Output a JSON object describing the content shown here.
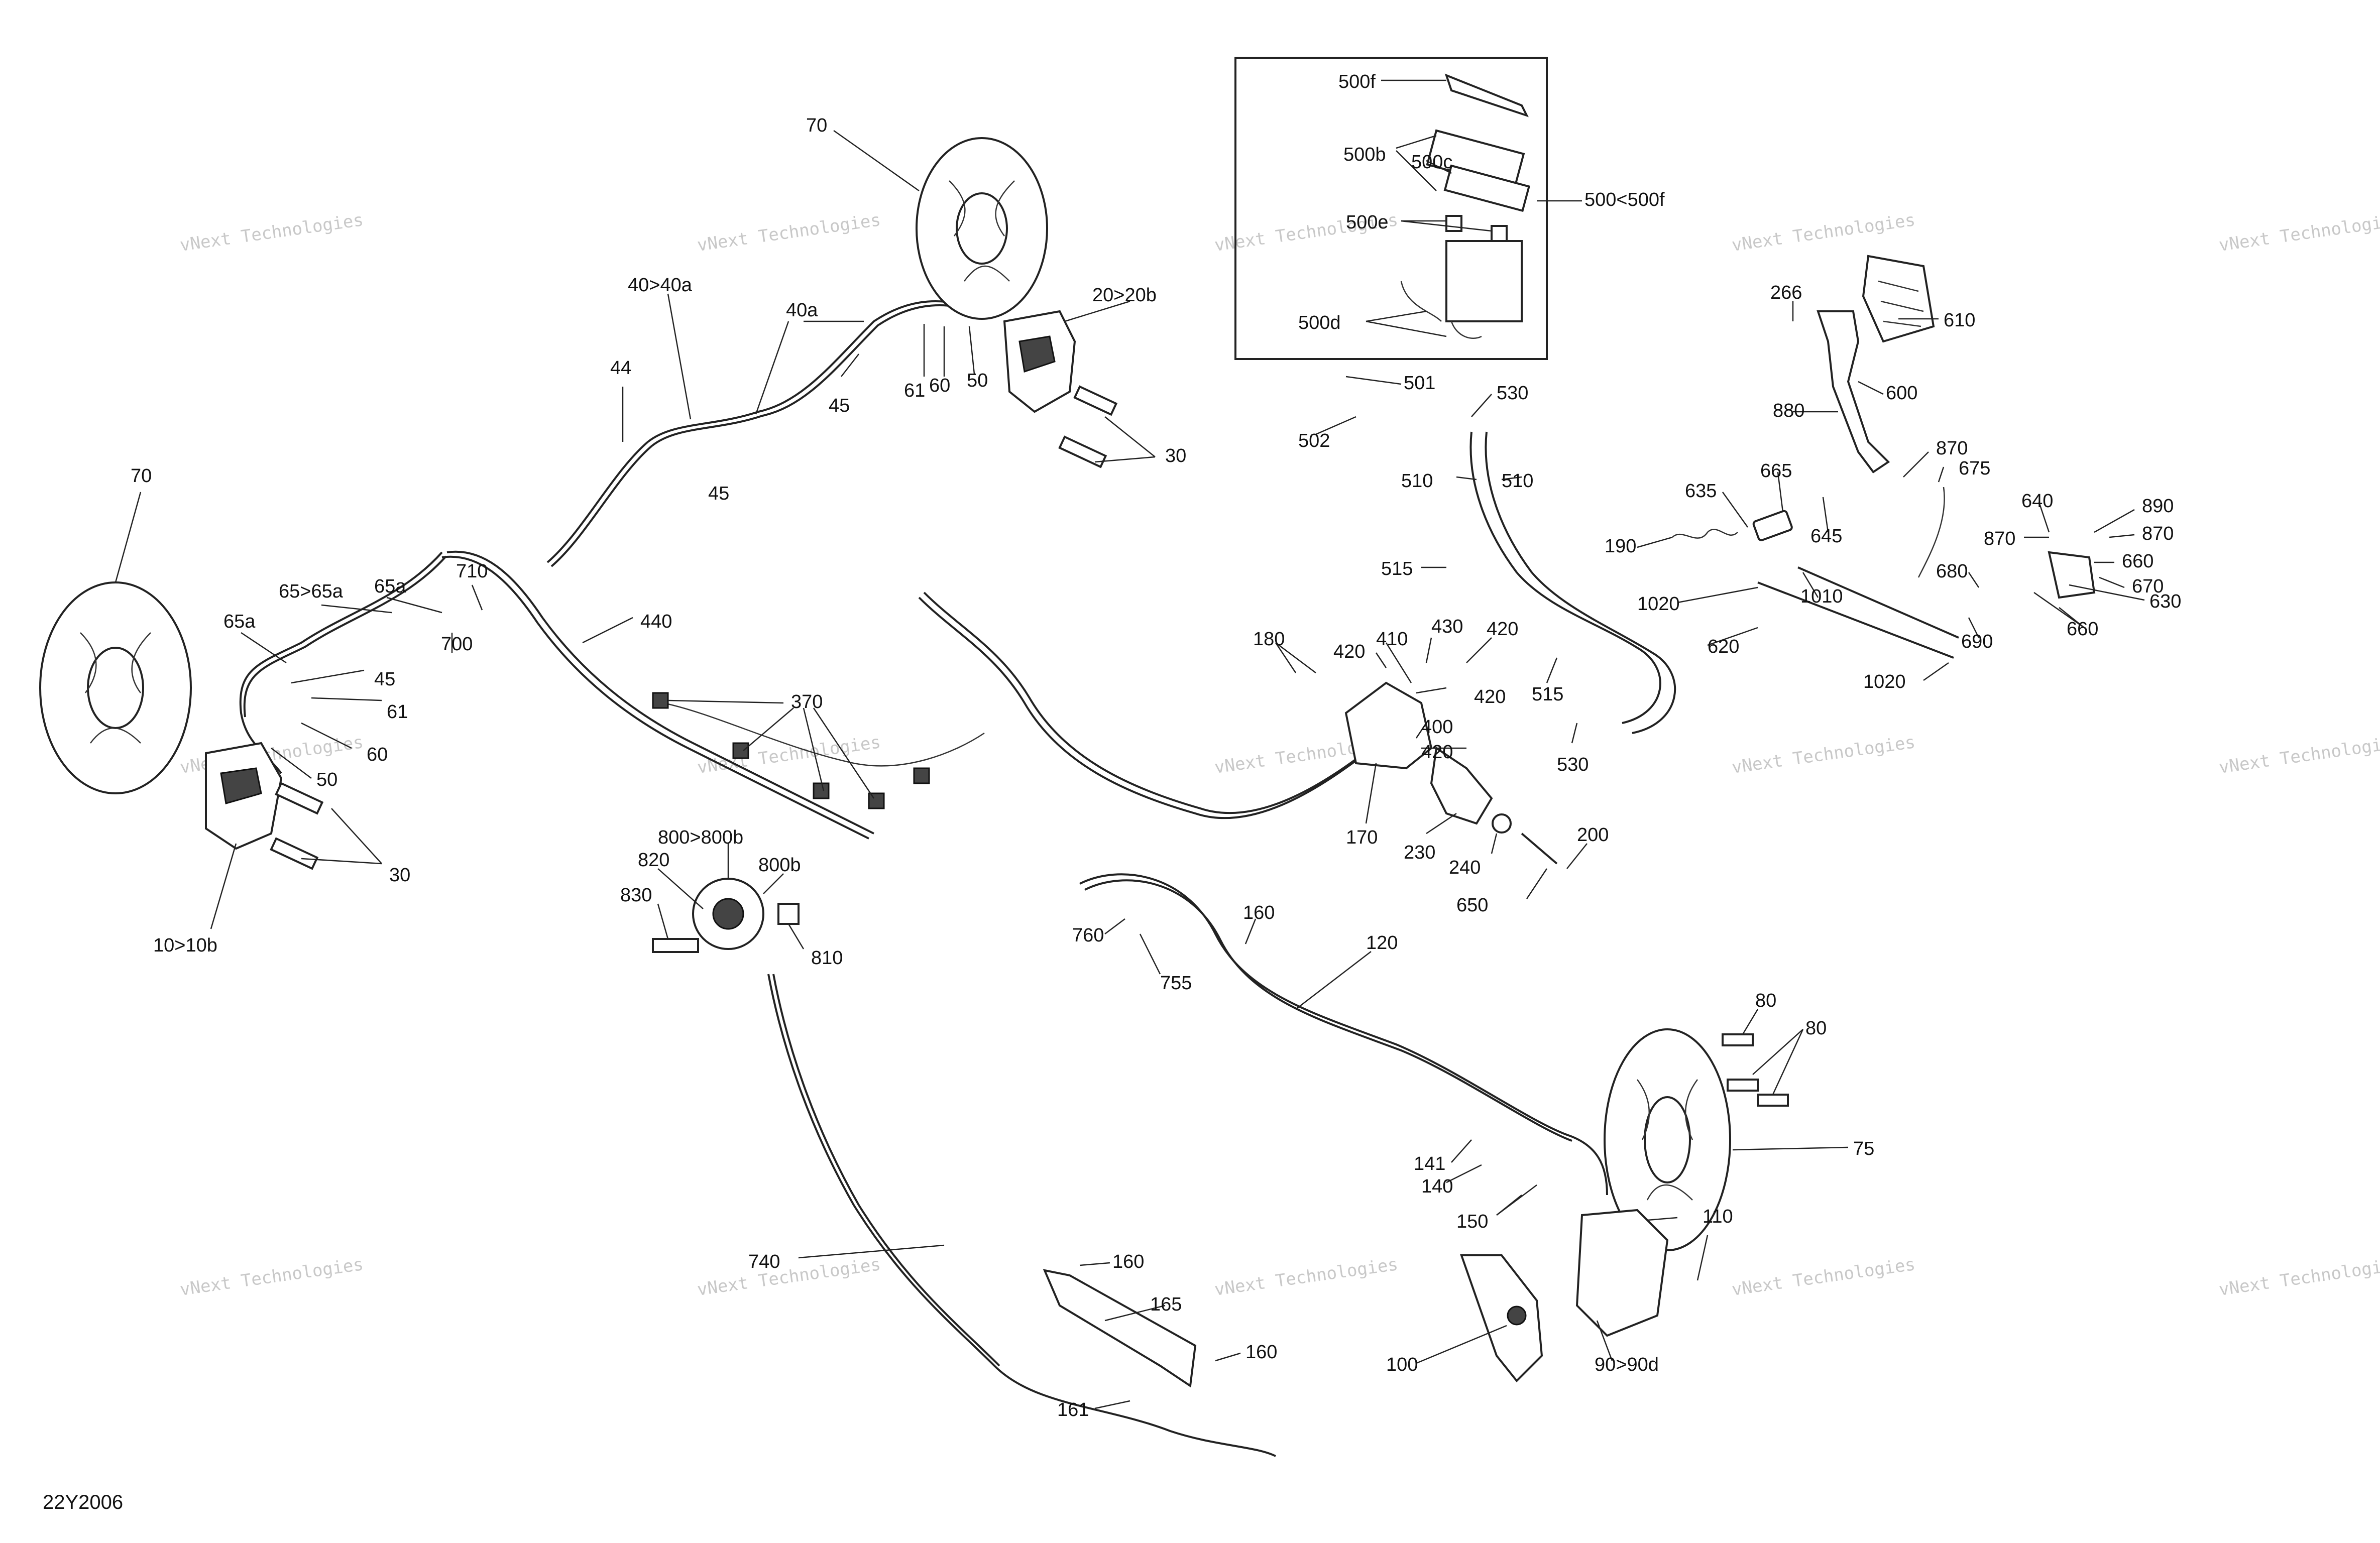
{
  "diagram_code": "22Y2006",
  "watermark": {
    "line1": "vNext Technologies",
    "line2": "vNext",
    "line3": "Technologies"
  },
  "labels": [
    {
      "id": "l70a",
      "text": "70"
    },
    {
      "id": "l40",
      "text": "40>40a"
    },
    {
      "id": "l40a",
      "text": "40a"
    },
    {
      "id": "l44",
      "text": "44"
    },
    {
      "id": "l45a",
      "text": "45"
    },
    {
      "id": "l45b",
      "text": "45"
    },
    {
      "id": "l61a",
      "text": "61"
    },
    {
      "id": "l60a",
      "text": "60"
    },
    {
      "id": "l50a",
      "text": "50"
    },
    {
      "id": "l20",
      "text": "20>20b"
    },
    {
      "id": "l30a",
      "text": "30"
    },
    {
      "id": "l70b",
      "text": "70"
    },
    {
      "id": "l65",
      "text": "65>65a"
    },
    {
      "id": "l65a1",
      "text": "65a"
    },
    {
      "id": "l65a2",
      "text": "65a"
    },
    {
      "id": "l710",
      "text": "710"
    },
    {
      "id": "l700",
      "text": "700"
    },
    {
      "id": "l45c",
      "text": "45"
    },
    {
      "id": "l61b",
      "text": "61"
    },
    {
      "id": "l60b",
      "text": "60"
    },
    {
      "id": "l50b",
      "text": "50"
    },
    {
      "id": "l30b",
      "text": "30"
    },
    {
      "id": "l10",
      "text": "10>10b"
    },
    {
      "id": "l440",
      "text": "440"
    },
    {
      "id": "l370",
      "text": "370"
    },
    {
      "id": "l500f",
      "text": "500f"
    },
    {
      "id": "l500b",
      "text": "500b"
    },
    {
      "id": "l500c",
      "text": "500c"
    },
    {
      "id": "l500",
      "text": "500<500f"
    },
    {
      "id": "l500e",
      "text": "500e"
    },
    {
      "id": "l500d",
      "text": "500d"
    },
    {
      "id": "l501",
      "text": "501"
    },
    {
      "id": "l502",
      "text": "502"
    },
    {
      "id": "l530a",
      "text": "530"
    },
    {
      "id": "l510a",
      "text": "510"
    },
    {
      "id": "l510b",
      "text": "510"
    },
    {
      "id": "l515a",
      "text": "515"
    },
    {
      "id": "l515b",
      "text": "515"
    },
    {
      "id": "l530b",
      "text": "530"
    },
    {
      "id": "l180",
      "text": "180"
    },
    {
      "id": "l410",
      "text": "410"
    },
    {
      "id": "l420a",
      "text": "420"
    },
    {
      "id": "l430",
      "text": "430"
    },
    {
      "id": "l420b",
      "text": "420"
    },
    {
      "id": "l420c",
      "text": "420"
    },
    {
      "id": "l400",
      "text": "400"
    },
    {
      "id": "l420d",
      "text": "420"
    },
    {
      "id": "l170",
      "text": "170"
    },
    {
      "id": "l230",
      "text": "230"
    },
    {
      "id": "l240",
      "text": "240"
    },
    {
      "id": "l200",
      "text": "200"
    },
    {
      "id": "l650",
      "text": "650"
    },
    {
      "id": "l266",
      "text": "266"
    },
    {
      "id": "l610",
      "text": "610"
    },
    {
      "id": "l600",
      "text": "600"
    },
    {
      "id": "l880",
      "text": "880"
    },
    {
      "id": "l870a",
      "text": "870"
    },
    {
      "id": "l675",
      "text": "675"
    },
    {
      "id": "l665",
      "text": "665"
    },
    {
      "id": "l635",
      "text": "635"
    },
    {
      "id": "l645",
      "text": "645"
    },
    {
      "id": "l640",
      "text": "640"
    },
    {
      "id": "l890",
      "text": "890"
    },
    {
      "id": "l190",
      "text": "190"
    },
    {
      "id": "l870b",
      "text": "870"
    },
    {
      "id": "l870c",
      "text": "870"
    },
    {
      "id": "l660a",
      "text": "660"
    },
    {
      "id": "l680",
      "text": "680"
    },
    {
      "id": "l670",
      "text": "670"
    },
    {
      "id": "l1020a",
      "text": "1020"
    },
    {
      "id": "l1010",
      "text": "1010"
    },
    {
      "id": "l630",
      "text": "630"
    },
    {
      "id": "l660b",
      "text": "660"
    },
    {
      "id": "l690",
      "text": "690"
    },
    {
      "id": "l620",
      "text": "620"
    },
    {
      "id": "l1020b",
      "text": "1020"
    },
    {
      "id": "l800",
      "text": "800>800b"
    },
    {
      "id": "l820",
      "text": "820"
    },
    {
      "id": "l800b",
      "text": "800b"
    },
    {
      "id": "l830",
      "text": "830"
    },
    {
      "id": "l810",
      "text": "810"
    },
    {
      "id": "l760",
      "text": "760"
    },
    {
      "id": "l160a",
      "text": "160"
    },
    {
      "id": "l755",
      "text": "755"
    },
    {
      "id": "l120",
      "text": "120"
    },
    {
      "id": "l80a",
      "text": "80"
    },
    {
      "id": "l80b",
      "text": "80"
    },
    {
      "id": "l75",
      "text": "75"
    },
    {
      "id": "l141",
      "text": "141"
    },
    {
      "id": "l140",
      "text": "140"
    },
    {
      "id": "l150",
      "text": "150"
    },
    {
      "id": "l110",
      "text": "110"
    },
    {
      "id": "l740",
      "text": "740"
    },
    {
      "id": "l160b",
      "text": "160"
    },
    {
      "id": "l165",
      "text": "165"
    },
    {
      "id": "l160c",
      "text": "160"
    },
    {
      "id": "l161",
      "text": "161"
    },
    {
      "id": "l100",
      "text": "100"
    },
    {
      "id": "l90",
      "text": "90>90d"
    }
  ]
}
